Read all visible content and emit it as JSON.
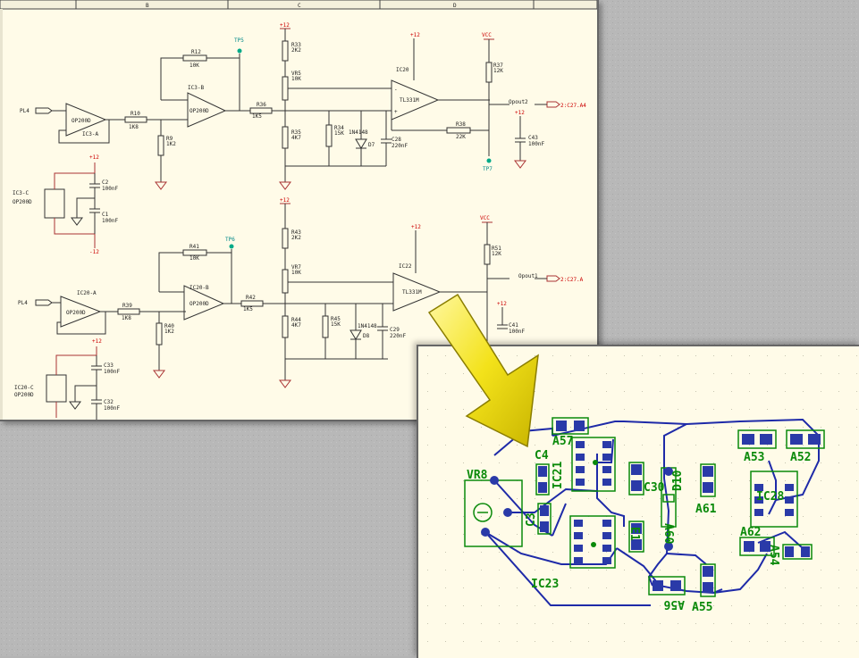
{
  "schematic": {
    "zones": [
      "B",
      "C",
      "D"
    ],
    "labels": {
      "pl4a": "PL4",
      "pl4b": "PL4",
      "op1": "OP200D",
      "ic3a": "IC3-A",
      "r10": "R10",
      "r10v": "1K8",
      "r9": "R9",
      "r9v": "1K2",
      "r12": "R12",
      "r12v": "10K",
      "ic3b": "IC3-B",
      "op2": "OP200D",
      "tp5": "TP5",
      "r36": "R36",
      "r36v": "1K5",
      "r33": "R33",
      "r33v": "2K2",
      "vr5": "VR5",
      "vr5v": "10K",
      "r35": "R35",
      "r35v": "4K7",
      "r34": "R34",
      "r34v": "15K",
      "d7a": "1N4148",
      "d7": "D7",
      "c28": "C28",
      "c28v": "220nF",
      "ic20": "IC20",
      "tl1": "TL331M",
      "r37": "R37",
      "r37v": "12K",
      "r38": "R38",
      "r38v": "22K",
      "out2": "Opout2",
      "net2": "2:C27.A4",
      "tp7": "TP7",
      "c43": "C43",
      "c43v": "100nF",
      "ic3c": "IC3-C",
      "op3": "OP200D",
      "c2": "C2",
      "c2v": "100nF",
      "c1": "C1",
      "c1v": "100nF",
      "p12a": "+12",
      "m12a": "-12",
      "p12b": "+12",
      "p12c": "+12",
      "p12d": "+12",
      "p12e": "+12",
      "p12f": "+12",
      "p12g": "+12",
      "p12h": "+12",
      "vcc1": "VCC",
      "vcc2": "VCC",
      "ic20a": "IC20-A",
      "op4": "OP200D",
      "r39": "R39",
      "r39v": "1K8",
      "r40": "R40",
      "r40v": "1K2",
      "r41": "R41",
      "r41v": "10K",
      "tp6": "TP6",
      "ic20b": "IC20-B",
      "op5": "OP200D",
      "r42": "R42",
      "r42v": "1K5",
      "r43": "R43",
      "r43v": "2K2",
      "vr7": "VR7",
      "vr7v": "10K",
      "r44": "R44",
      "r44v": "4K7",
      "r45": "R45",
      "r45v": "15K",
      "d8a": "1N4148",
      "d8": "D8",
      "c29": "C29",
      "c29v": "220nF",
      "ic22": "IC22",
      "tl2": "TL331M",
      "r51": "R51",
      "r51v": "12K",
      "out1": "Opout1",
      "net1": "2:C27.A",
      "c41": "C41",
      "c41v": "100nF",
      "ic20c": "IC20-C",
      "op6": "OP200D",
      "c33": "C33",
      "c33v": "100nF",
      "c32": "C32",
      "c32v": "100nF"
    }
  },
  "pcb": {
    "labels": {
      "vr8": "VR8",
      "c4": "C4",
      "a57": "A57",
      "ic21": "IC21",
      "c3": "C3",
      "ic23": "IC23",
      "e1": "E1",
      "c30": "C30",
      "d10": "D10",
      "a60": "A60",
      "a61": "A61",
      "a53": "A53",
      "a52": "A52",
      "ic28": "IC28",
      "a62": "A62",
      "a54": "A54",
      "a56": "A56",
      "a55": "A55"
    }
  },
  "colors": {
    "track": "#1e2aa8",
    "silk": "#0a8a0a",
    "arrow": "#f0e010",
    "power": "#cc0000",
    "testpoint": "#008888"
  }
}
